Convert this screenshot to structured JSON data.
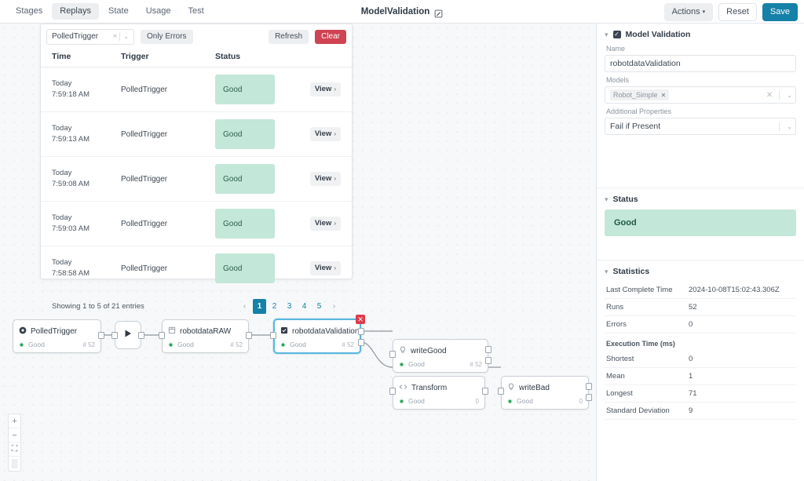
{
  "topbar": {
    "tabs": [
      {
        "label": "Stages",
        "active": false
      },
      {
        "label": "Replays",
        "active": true
      },
      {
        "label": "State",
        "active": false
      },
      {
        "label": "Usage",
        "active": false
      },
      {
        "label": "Test",
        "active": false
      }
    ],
    "title": "ModelValidation",
    "edit_icon": "pencil-square-icon",
    "actions_label": "Actions",
    "actions_caret": "▾",
    "reset_label": "Reset",
    "save_label": "Save"
  },
  "replay": {
    "filter_value": "PolledTrigger",
    "filter_clear": "×",
    "filter_caret": "⌄",
    "only_errors_label": "Only Errors",
    "refresh_label": "Refresh",
    "clear_label": "Clear",
    "columns": [
      "Time",
      "Trigger",
      "Status"
    ],
    "rows": [
      {
        "day": "Today",
        "time": "7:59:18 AM",
        "trigger": "PolledTrigger",
        "status": "Good",
        "action": "View"
      },
      {
        "day": "Today",
        "time": "7:59:13 AM",
        "trigger": "PolledTrigger",
        "status": "Good",
        "action": "View"
      },
      {
        "day": "Today",
        "time": "7:59:08 AM",
        "trigger": "PolledTrigger",
        "status": "Good",
        "action": "View"
      },
      {
        "day": "Today",
        "time": "7:59:03 AM",
        "trigger": "PolledTrigger",
        "status": "Good",
        "action": "View"
      },
      {
        "day": "Today",
        "time": "7:58:58 AM",
        "trigger": "PolledTrigger",
        "status": "Good",
        "action": "View"
      }
    ],
    "showing_text": "Showing 1 to 5 of 21 entries",
    "pages": [
      "1",
      "2",
      "3",
      "4",
      "5"
    ],
    "active_page": "1",
    "prev_glyph": "‹",
    "next_glyph": "›",
    "view_chevron": "›"
  },
  "flow": {
    "nodes": [
      {
        "name": "PolledTrigger",
        "icon": "clock-trigger-icon",
        "status": "Good",
        "count": "# 52",
        "selected": false
      },
      {
        "name": "robotdataRAW",
        "icon": "database-icon",
        "status": "Good",
        "count": "# 52",
        "selected": false
      },
      {
        "name": "robotdataValidation",
        "icon": "checkbox-icon",
        "status": "Good",
        "count": "# 52",
        "selected": true
      },
      {
        "name": "writeGood",
        "icon": "bulb-icon",
        "status": "Good",
        "count": "# 52",
        "selected": false
      },
      {
        "name": "Transform",
        "icon": "code-icon",
        "status": "Good",
        "count": "0",
        "selected": false
      },
      {
        "name": "writeBad",
        "icon": "bulb-icon",
        "status": "Good",
        "count": "0",
        "selected": false
      }
    ],
    "play_icon": "play-icon",
    "delete_glyph": "✕",
    "zoom_controls": [
      {
        "icon": "zoom-in-icon",
        "glyph": "+"
      },
      {
        "icon": "zoom-out-icon",
        "glyph": "−"
      },
      {
        "icon": "fit-view-icon",
        "glyph": "⛶"
      },
      {
        "icon": "grid-toggle-icon",
        "glyph": "░"
      }
    ]
  },
  "inspector": {
    "model_validation": {
      "title": "Model Validation",
      "checked_glyph": "✓",
      "name_label": "Name",
      "name_value": "robotdataValidation",
      "models_label": "Models",
      "model_tag": "Robot_Simple",
      "tag_remove": "✕",
      "clear_glyph": "✕",
      "caret_glyph": "⌄",
      "additional_label": "Additional Properties",
      "additional_value": "Fail if Present"
    },
    "status": {
      "title": "Status",
      "value": "Good"
    },
    "statistics": {
      "title": "Statistics",
      "rows": [
        {
          "key": "Last Complete Time",
          "value": "2024-10-08T15:02:43.306Z"
        },
        {
          "key": "Runs",
          "value": "52"
        },
        {
          "key": "Errors",
          "value": "0"
        }
      ],
      "exec_title": "Execution Time (ms)",
      "exec_rows": [
        {
          "key": "Shortest",
          "value": "0"
        },
        {
          "key": "Mean",
          "value": "1"
        },
        {
          "key": "Longest",
          "value": "71"
        },
        {
          "key": "Standard Deviation",
          "value": "9"
        }
      ]
    }
  },
  "colors": {
    "accent": "#1581a8",
    "danger": "#cf4352",
    "good_bg": "#c3e7d8",
    "good_fg": "#2d5e4c",
    "selection": "#5bb7dd"
  }
}
